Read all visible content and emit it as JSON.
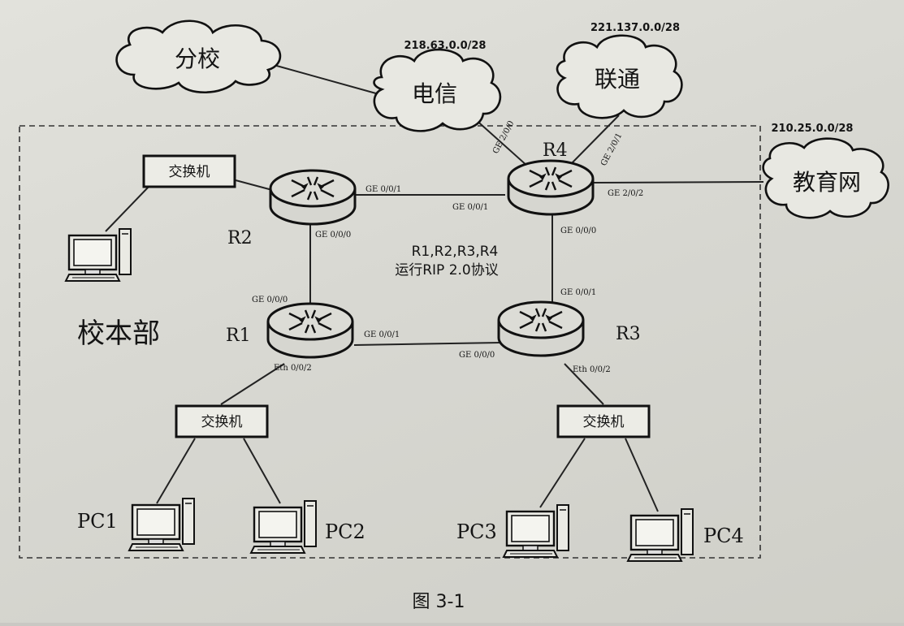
{
  "clouds": {
    "branch": "分校",
    "telecom": "电信",
    "unicom": "联通",
    "edu": "教育网"
  },
  "networks": {
    "telecom": "218.63.0.0/28",
    "unicom": "221.137.0.0/28",
    "edu": "210.25.0.0/28"
  },
  "routers": {
    "r1": "R1",
    "r2": "R2",
    "r3": "R3",
    "r4": "R4"
  },
  "switches": {
    "sw2": "交换机",
    "sw1": "交换机",
    "sw3": "交换机"
  },
  "pcs": {
    "pc1": "PC1",
    "pc2": "PC2",
    "pc3": "PC3",
    "pc4": "PC4"
  },
  "interfaces": {
    "r2_to_r4": "GE 0/0/1",
    "r4_to_r2": "GE 0/0/1",
    "r4_to_edu": "GE 2/0/2",
    "r4_to_r3": "GE 0/0/0",
    "r4_to_telecom": "GE 2/0/0",
    "r4_to_unicom": "GE 2/0/1",
    "r2_to_r1": "GE 0/0/0",
    "r1_to_r2": "GE 0/0/0",
    "r1_to_r3": "GE 0/0/1",
    "r3_to_r1": "GE 0/0/0",
    "r3_to_r4": "GE 0/0/1",
    "r1_to_switch": "Eth 0/0/2",
    "r3_to_switch": "Eth 0/0/2"
  },
  "protocol": {
    "line1": "R1,R2,R3,R4",
    "line2": "运行RIP 2.0协议"
  },
  "campus_label": "校本部",
  "caption": "图 3-1"
}
